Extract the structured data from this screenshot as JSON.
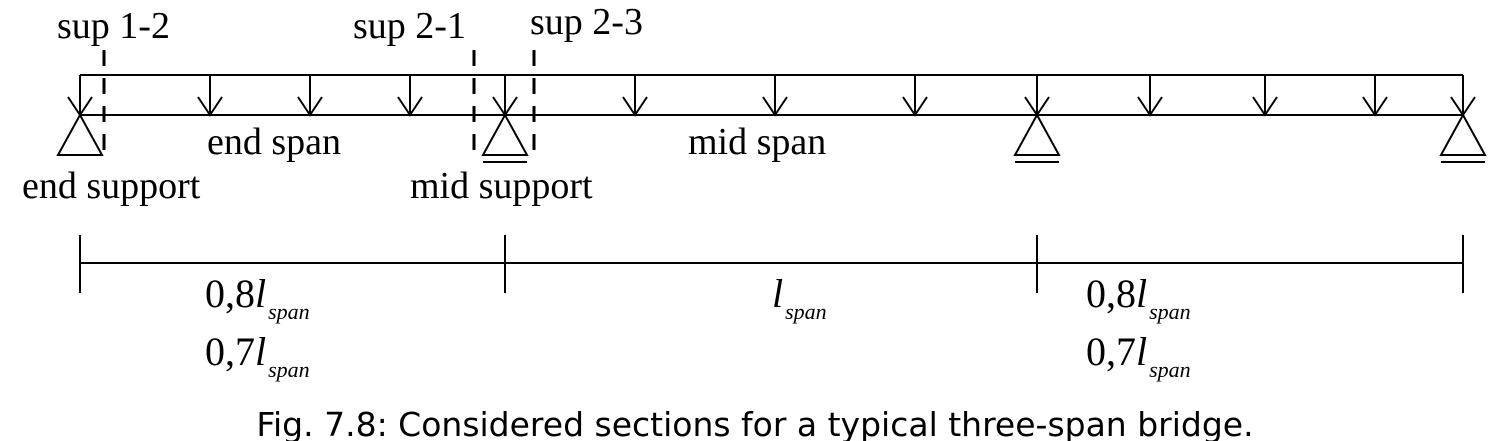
{
  "labels": {
    "sup_1_2": "sup 1-2",
    "sup_2_1": "sup 2-1",
    "sup_2_3": "sup 2-3",
    "end_span": "end span",
    "mid_span": "mid span",
    "end_support": "end support",
    "mid_support": "mid support"
  },
  "dimensions": {
    "left_line1_coef": "0,8",
    "left_line2_coef": "0,7",
    "mid_coef": "",
    "right_line1_coef": "0,8",
    "right_line2_coef": "0,7",
    "l_symbol": "l",
    "span_subscript": "span"
  },
  "caption": "Fig. 7.8: Considered sections for a typical three-span bridge."
}
